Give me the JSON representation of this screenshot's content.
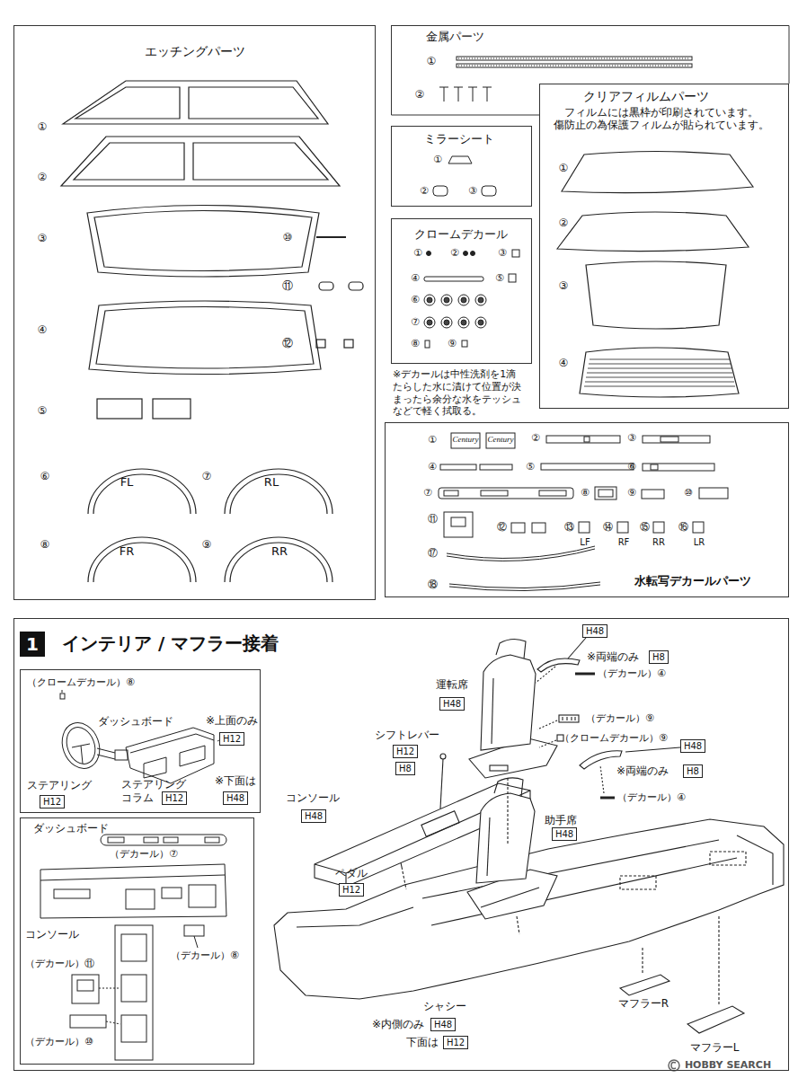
{
  "diagram": {
    "nodes": [
      {
        "text": [
          "エッチングパーツ"
        ]
      },
      {
        "text": [
          "金属パーツ"
        ]
      },
      {
        "text": [
          "ミラーシート"
        ]
      },
      {
        "text": [
          "クロームデカール"
        ]
      },
      {
        "text": [
          "クリアフィルムパーツ",
          "フィルムには黒枠が印刷されています。 傷防止の為保護フィルムが貼られています。"
        ]
      },
      {
        "text": [
          "水転写デカールパーツ"
        ]
      },
      {
        "text": [
          "インテリア / マフラー接着"
        ]
      },
      {
        "text": [
          "1"
        ],
        "in": 6
      },
      {
        "text": [
          "ダッシュボード"
        ],
        "in": 6
      },
      {
        "text": [
          "H12"
        ],
        "in": 8
      },
      {
        "text": [
          "H48"
        ],
        "in": 8
      },
      {
        "text": [
          "H12"
        ],
        "in": 8
      },
      {
        "text": [
          "H12"
        ],
        "in": 8
      },
      {
        "text": [
          "ダッシュボード"
        ],
        "in": 6
      },
      {
        "text": [
          "H48"
        ],
        "in": 6
      },
      {
        "text": [
          "H8"
        ],
        "in": 6
      },
      {
        "text": [
          "H48"
        ],
        "in": 6
      },
      {
        "text": [
          "H12"
        ],
        "in": 6
      },
      {
        "text": [
          "H8"
        ],
        "in": 6
      },
      {
        "text": [
          "H48"
        ],
        "in": 6
      },
      {
        "text": [
          "H8"
        ],
        "in": 6
      },
      {
        "text": [
          "H48"
        ],
        "in": 6
      },
      {
        "text": [
          "H48"
        ],
        "in": 6
      },
      {
        "text": [
          "H12"
        ],
        "in": 6
      },
      {
        "text": [
          "H48"
        ],
        "in": 6
      },
      {
        "text": [
          "H12"
        ],
        "in": 6
      }
    ],
    "labels": [
      "①",
      "②",
      "③",
      "④",
      "⑤",
      "⑥",
      "FL",
      "⑦",
      "RL",
      "⑧",
      "FR",
      "⑨",
      "RR",
      "⑩",
      "⑪",
      "⑫",
      "①",
      "②",
      "①",
      "②",
      "③",
      "①",
      "②",
      "③",
      "④",
      "⑤",
      "⑥",
      "⑦",
      "⑧",
      "⑨",
      "※デカールは中性洗剤を1滴 たらした水に漬けて位置が決 まったら余分な水をテッシュ などで軽く拭取る。",
      "①",
      "②",
      "③",
      "④",
      "①",
      "Century",
      "Century",
      "②",
      "③",
      "④",
      "⑤",
      "⑥",
      "⑦",
      "⑧",
      "⑨",
      "⑩",
      "⑪",
      "⑫",
      "⑬",
      "LF",
      "⑭",
      "RF",
      "⑮",
      "RR",
      "⑯",
      "LR",
      "⑰",
      "⑱",
      "（クロームデカール）⑧",
      "※上面のみ",
      "※下面は",
      "ステアリング",
      "ステアリング コラム",
      "（デカール）⑦",
      "コンソール",
      "（デカール）⑪",
      "（デカール）⑧",
      "（デカール）⑩",
      "※両端のみ",
      "（デカール）④",
      "運転席",
      "（デカール）⑨",
      "（クロームデカール）⑨",
      "シフトレバー",
      "※両端のみ",
      "（デカール）④",
      "コンソール",
      "助手席",
      "ペダル",
      "シャシー",
      "※内側のみ",
      "下面は",
      "マフラーR",
      "マフラーL",
      "HOBBY SEARCH"
    ]
  }
}
